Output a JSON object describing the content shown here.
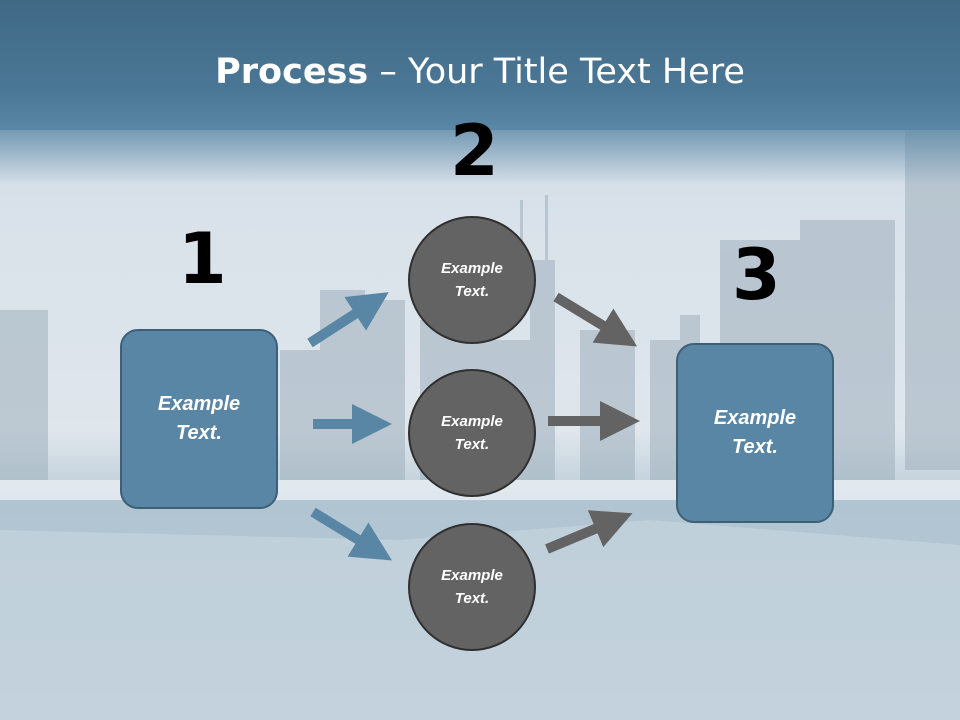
{
  "slide": {
    "title_bold": "Process",
    "title_rest": " – Your Title Text Here"
  },
  "steps": {
    "step1": {
      "number": "1",
      "line1": "Example",
      "line2": "Text."
    },
    "step2": {
      "number": "2"
    },
    "step3": {
      "number": "3",
      "line1": "Example",
      "line2": "Text."
    }
  },
  "circles": [
    {
      "line1": "Example",
      "line2": "Text."
    },
    {
      "line1": "Example",
      "line2": "Text."
    },
    {
      "line1": "Example",
      "line2": "Text."
    }
  ],
  "colors": {
    "header": "#4b7796",
    "box_fill": "#5a86a5",
    "circle_fill": "#636363",
    "arrow_blue": "#5a86a5",
    "arrow_gray": "#636363"
  }
}
